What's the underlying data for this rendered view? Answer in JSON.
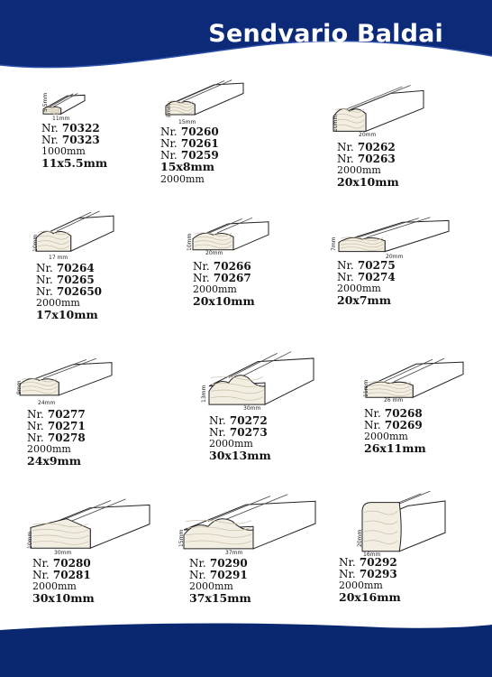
{
  "header": {
    "brand": "Sendvario Baldai",
    "colors": {
      "band": "#0c2a78",
      "footer": "#0a2870"
    }
  },
  "products": [
    {
      "id": "p1",
      "width_label": "11mm",
      "height_label": "5.5mm",
      "codes": [
        "70322",
        "70323"
      ],
      "length": "1000mm",
      "size": "11x5.5mm",
      "size_first": false
    },
    {
      "id": "p2",
      "width_label": "15mm",
      "height_label": "8mm",
      "codes": [
        "70260",
        "70261",
        "70259"
      ],
      "length": "2000mm",
      "size": "15x8mm",
      "size_first": true
    },
    {
      "id": "p3",
      "width_label": "20mm",
      "height_label": "10mm",
      "codes": [
        "70262",
        "70263"
      ],
      "length": "2000mm",
      "size": "20x10mm",
      "size_first": false
    },
    {
      "id": "p4",
      "width_label": "17 mm",
      "height_label": "10mm",
      "codes": [
        "70264",
        "70265",
        "702650"
      ],
      "length": "2000mm",
      "size": "17x10mm",
      "size_first": false
    },
    {
      "id": "p5",
      "width_label": "20mm",
      "height_label": "10mm",
      "codes": [
        "70266",
        "70267"
      ],
      "length": "2000mm",
      "size": "20x10mm",
      "size_first": false
    },
    {
      "id": "p6",
      "width_label": "20mm",
      "height_label": "7mm",
      "codes": [
        "70275",
        "70274"
      ],
      "length": "2000mm",
      "size": "20x7mm",
      "size_first": false
    },
    {
      "id": "p7",
      "width_label": "24mm",
      "height_label": "9mm",
      "codes": [
        "70277",
        "70271",
        "70278"
      ],
      "length": "2000mm",
      "size": "24x9mm",
      "size_first": false
    },
    {
      "id": "p8",
      "width_label": "30mm",
      "height_label": "13mm",
      "codes": [
        "70272",
        "70273"
      ],
      "length": "2000mm",
      "size": "30x13mm",
      "size_first": false
    },
    {
      "id": "p9",
      "width_label": "26 mm",
      "height_label": "11mm",
      "codes": [
        "70268",
        "70269"
      ],
      "length": "2000mm",
      "size": "26x11mm",
      "size_first": false
    },
    {
      "id": "p10",
      "width_label": "30mm",
      "height_label": "10mm",
      "codes": [
        "70280",
        "70281"
      ],
      "length": "2000mm",
      "size": "30x10mm",
      "size_first": false
    },
    {
      "id": "p11",
      "width_label": "37mm",
      "height_label": "15mm",
      "codes": [
        "70290",
        "70291"
      ],
      "length": "2000mm",
      "size": "37x15mm",
      "size_first": false
    },
    {
      "id": "p12",
      "width_label": "16mm",
      "height_label": "20mm",
      "codes": [
        "70292",
        "70293"
      ],
      "length": "2000mm",
      "size": "20x16mm",
      "size_first": false
    }
  ],
  "labels": {
    "nr": "Nr."
  }
}
